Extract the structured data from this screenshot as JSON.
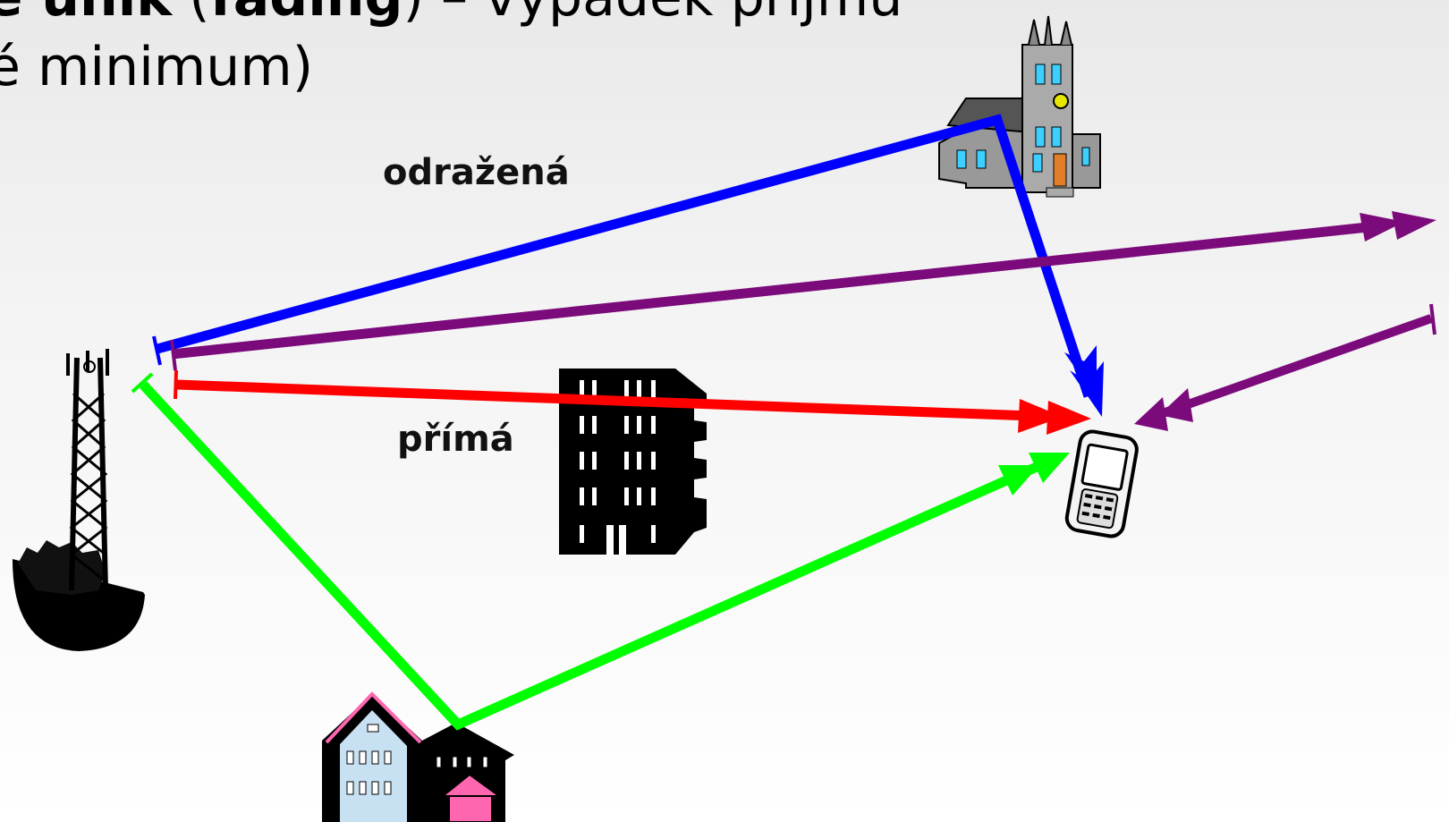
{
  "heading": {
    "line1_bold_start": "ne únik",
    "line1_paren_open": " (",
    "line1_bold_term": "fading",
    "line1_rest": ") – výpadek příjmu",
    "line2": "é minimum)"
  },
  "labels": {
    "reflected": "odražená",
    "direct": "přímá"
  },
  "colors": {
    "reflected_path": "#0000ff",
    "direct_path": "#ff0000",
    "ground_reflected_path": "#00ff00",
    "passing_path": "#7b0a7b",
    "incoming_path": "#7b0a7b"
  },
  "icons": [
    "transmitter-tower-icon",
    "church-icon",
    "office-building-icon",
    "house-icon",
    "mobile-phone-icon"
  ],
  "footer": {
    "watermark": ""
  }
}
